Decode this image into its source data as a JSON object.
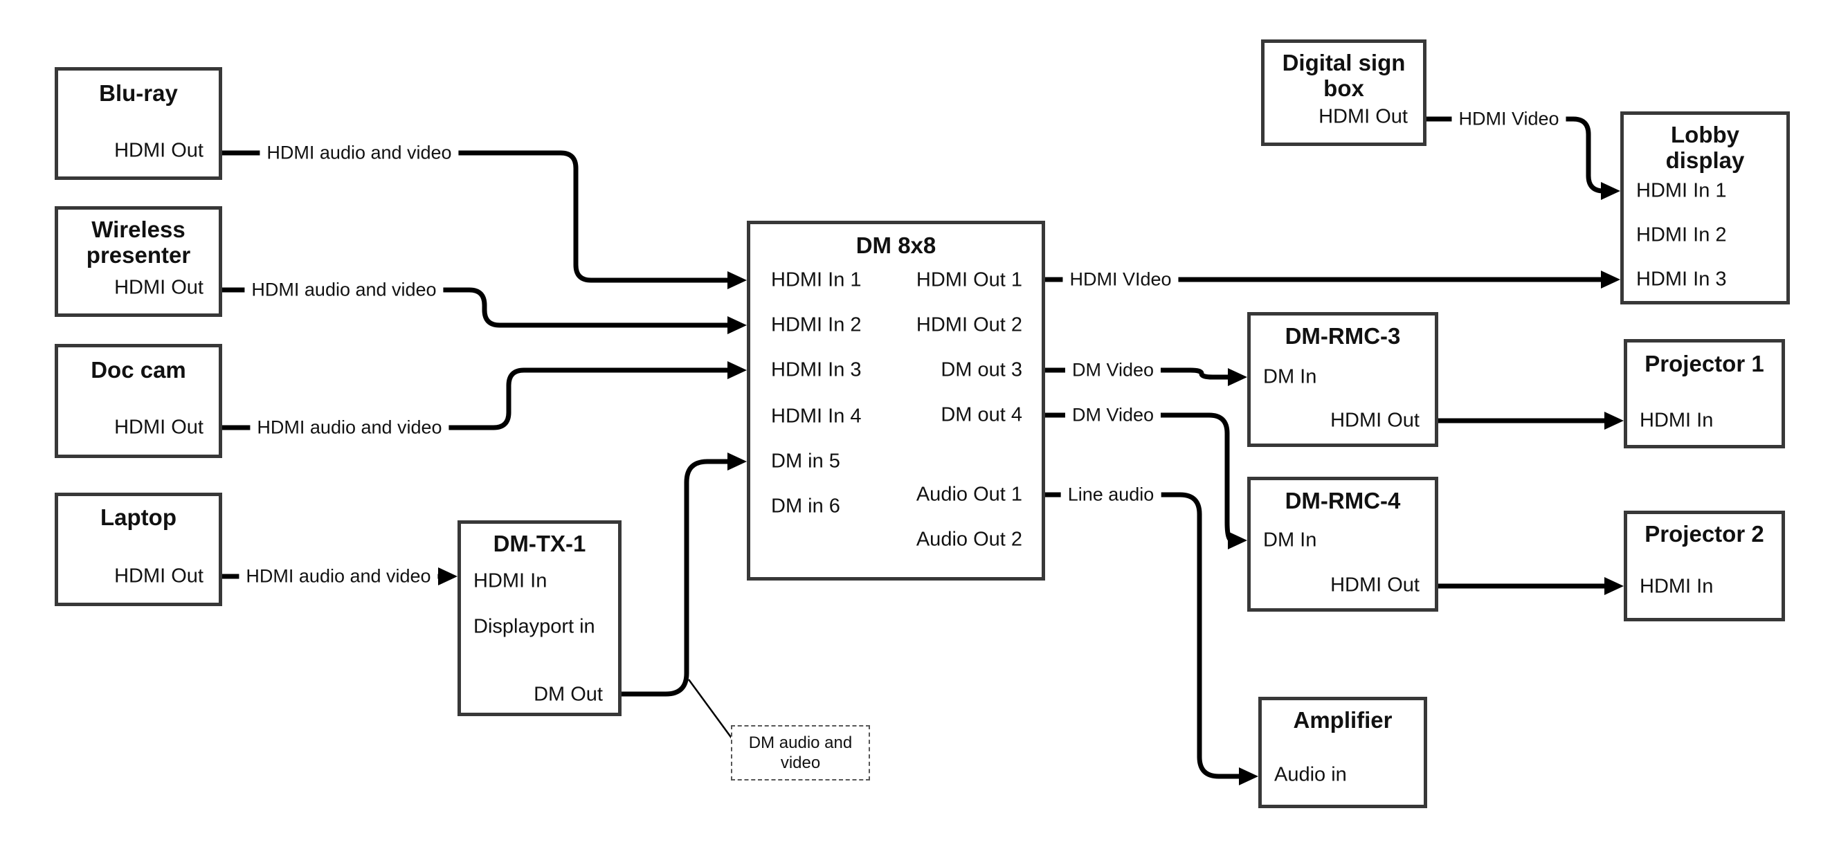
{
  "nodes": {
    "bluray": {
      "title": "Blu-ray",
      "port_out": "HDMI Out"
    },
    "wireless_presenter": {
      "title": "Wireless presenter",
      "port_out": "HDMI Out"
    },
    "doc_cam": {
      "title": "Doc cam",
      "port_out": "HDMI Out"
    },
    "laptop": {
      "title": "Laptop",
      "port_out": "HDMI Out"
    },
    "dm_tx1": {
      "title": "DM-TX-1",
      "ports": [
        "HDMI In",
        "Displayport in",
        "DM Out"
      ]
    },
    "dm_8x8": {
      "title": "DM 8x8",
      "inputs": [
        "HDMI In 1",
        "HDMI In 2",
        "HDMI In 3",
        "HDMI In 4",
        "DM in 5",
        "DM in 6"
      ],
      "outputs": [
        "HDMI Out 1",
        "HDMI Out 2",
        "DM out 3",
        "DM out 4",
        "Audio Out 1",
        "Audio Out 2"
      ]
    },
    "digital_sign_box": {
      "title": "Digital sign box",
      "port_out": "HDMI Out"
    },
    "lobby_display": {
      "title": "Lobby display",
      "inputs": [
        "HDMI In 1",
        "HDMI In 2",
        "HDMI In 3"
      ]
    },
    "dm_rmc3": {
      "title": "DM-RMC-3",
      "port_in": "DM In",
      "port_out": "HDMI Out"
    },
    "projector1": {
      "title": "Projector 1",
      "port_in": "HDMI In"
    },
    "dm_rmc4": {
      "title": "DM-RMC-4",
      "port_in": "DM In",
      "port_out": "HDMI Out"
    },
    "projector2": {
      "title": "Projector 2",
      "port_in": "HDMI In"
    },
    "amplifier": {
      "title": "Amplifier",
      "port_in": "Audio in"
    }
  },
  "wire_labels": {
    "bluray": "HDMI audio and video",
    "wireless": "HDMI audio and video",
    "doccam": "HDMI audio and video",
    "laptop": "HDMI audio and video",
    "hdmi_out1": "HDMI VIdeo",
    "dm_out3": "DM Video",
    "dm_out4": "DM Video",
    "audio_out1": "Line audio",
    "digital_sign": "HDMI Video"
  },
  "callout": {
    "text": "DM audio and video"
  },
  "colors": {
    "wire": "#000000",
    "box_border": "#383838",
    "text": "#111111",
    "background": "#ffffff"
  }
}
